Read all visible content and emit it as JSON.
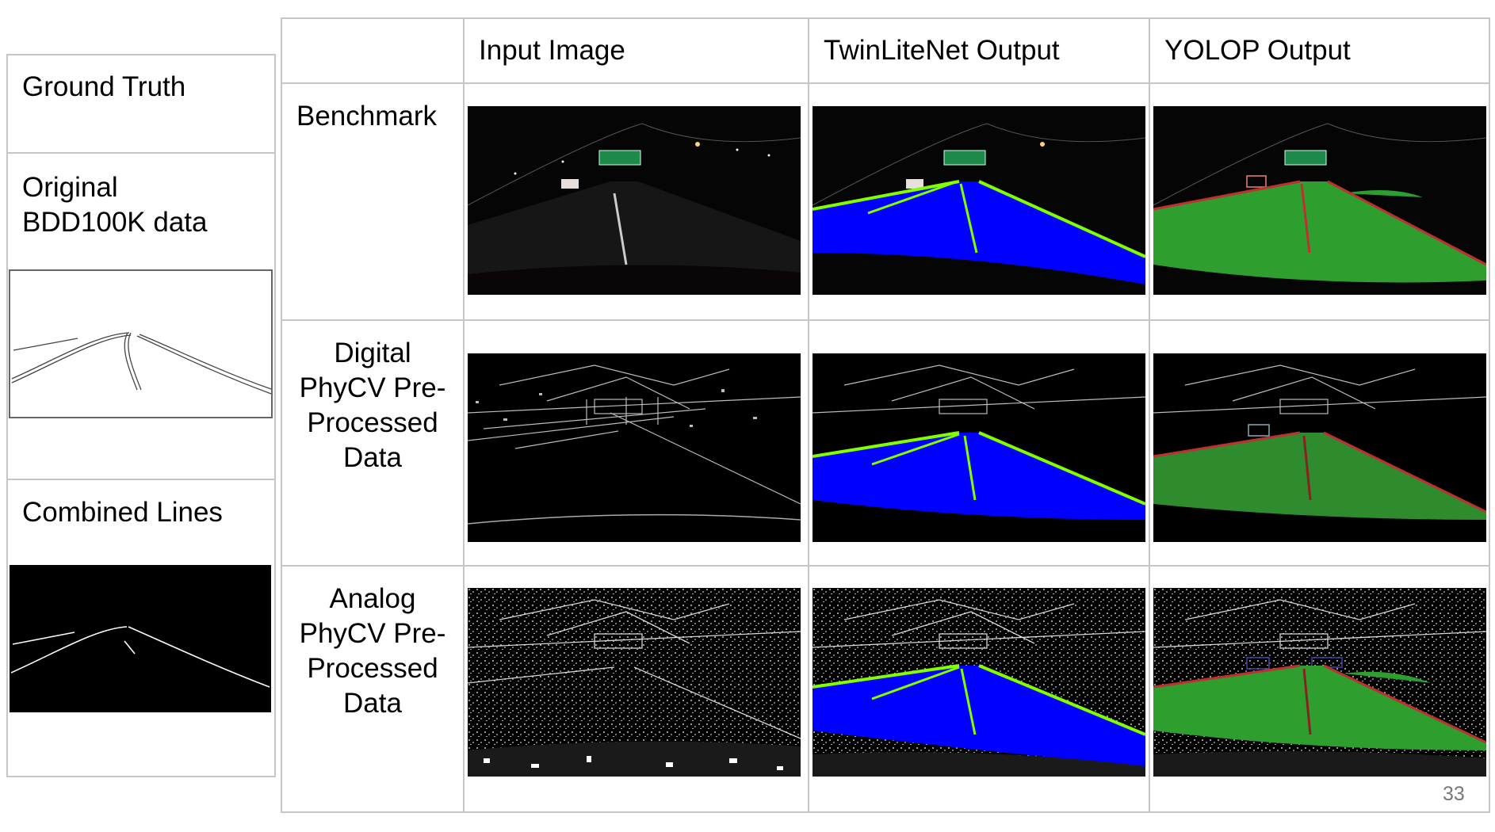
{
  "left_panel": {
    "ground_truth_label": "Ground Truth",
    "original_label": "Original BDD100K data",
    "combined_label": "Combined Lines"
  },
  "table": {
    "headers": [
      "Input Image",
      "TwinLiteNet Output",
      "YOLOP Output"
    ],
    "rows": [
      {
        "label": "Benchmark"
      },
      {
        "label": "Digital PhyCV Pre-Processed Data"
      },
      {
        "label": "Analog PhyCV Pre-Processed Data"
      }
    ]
  },
  "colors": {
    "twinlitenet_area": "#0000ff",
    "twinlitenet_lane": "#7fff00",
    "yolop_area": "#2e9e2e",
    "yolop_lane": "#c03030",
    "sign": "#1e8a4a"
  },
  "page_number": "33"
}
